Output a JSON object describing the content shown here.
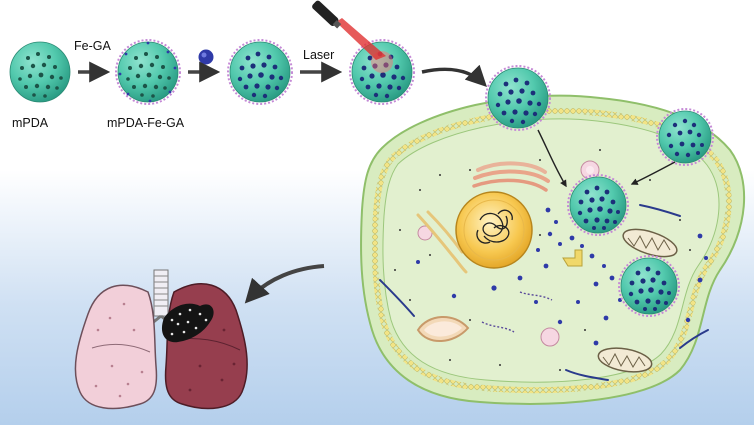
{
  "labels": {
    "fe_ga": "Fe-GA",
    "laser": "Laser",
    "mpda": "mPDA",
    "mpda_fe_ga": "mPDA-Fe-GA"
  },
  "colors": {
    "nanoparticle": "#52c9ad",
    "nanoparticle_dark": "#2a9c84",
    "fe_ga_dot": "#2f3aa8",
    "cell_fill": "#cfe6b4",
    "membrane_bead": "#f2e486",
    "nucleus": "#f7c850",
    "lung_healthy": "#f2cfd9",
    "lung_diseased": "#963e4e",
    "laser_beam": "#e03131",
    "background_bottom": "#b4cfec"
  },
  "icons": [
    "laser-pointer-icon",
    "fe-ga-molecule-icon",
    "cell-icon",
    "lungs-icon",
    "nucleus-icon",
    "mitochondrion-icon",
    "golgi-icon"
  ]
}
